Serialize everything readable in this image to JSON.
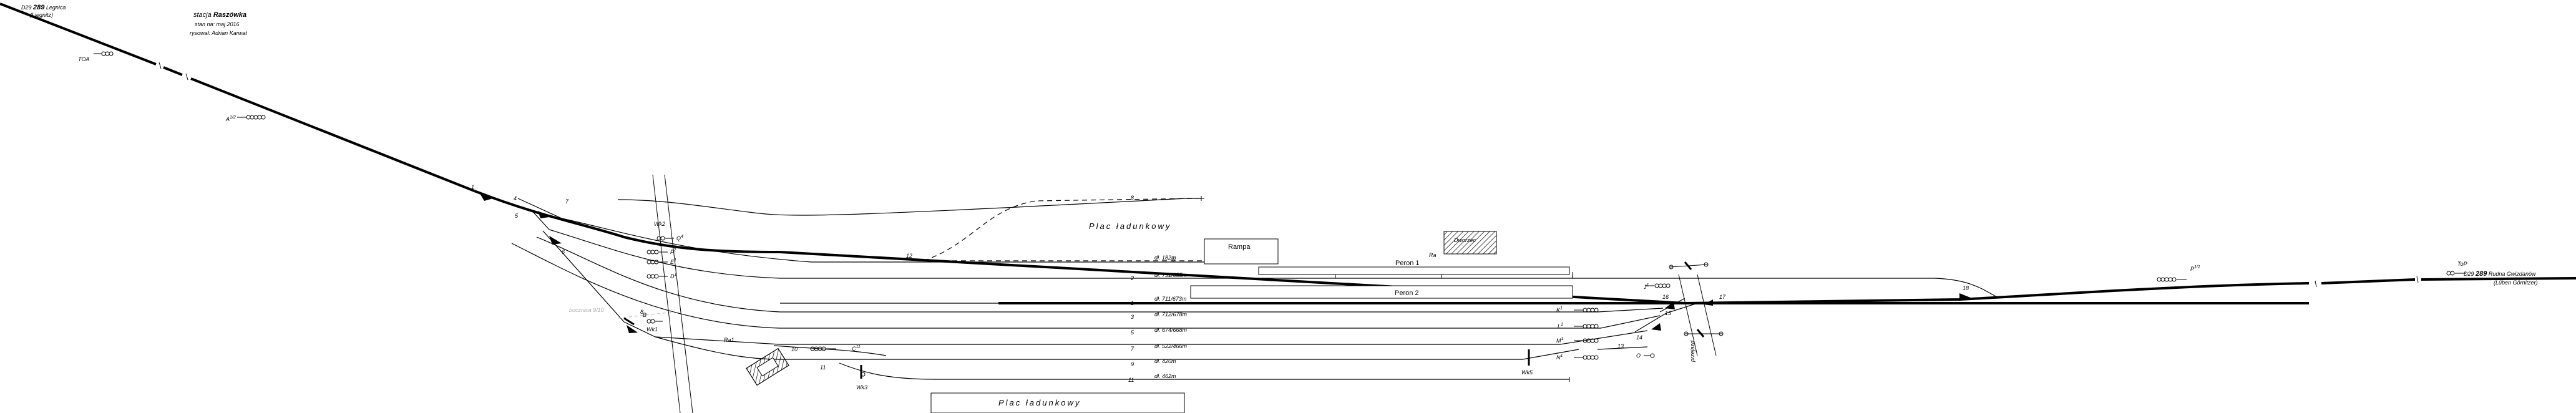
{
  "header": {
    "line1_prefix": "stacja",
    "line1_name": "Raszówka",
    "line2": "stan na: maj 2016",
    "line3": "rysował: Adrian Karwat"
  },
  "line_west": {
    "code": "D29",
    "number": "289",
    "station": "Legnica",
    "alt": "(Liegnitz)"
  },
  "line_east": {
    "code": "D29",
    "number": "289",
    "station": "Rudna Gwizdanów",
    "alt": "(Lüben Görnitzer)"
  },
  "signals": {
    "toa": "TOA",
    "a": "A",
    "a_sup": "1/2",
    "top": "ToP",
    "p": "P",
    "p_sup": "1/1",
    "q": "Q",
    "q_sup": "4",
    "f": "F",
    "f_sup": "2",
    "e": "E",
    "e_sup": "1",
    "d": "D",
    "d_sup": "1",
    "b": "B",
    "c": "C",
    "c_sup": "11",
    "j": "J",
    "j_sup": "1",
    "k": "K",
    "k_sup": "1",
    "l": "L",
    "l_sup": "1",
    "m": "M",
    "m_sup": "1",
    "n": "N",
    "n_sup": "1",
    "o": "O"
  },
  "switches": {
    "s1": "1",
    "s4": "4",
    "s5": "5",
    "s6": "6",
    "s7": "7",
    "s8": "8",
    "s10": "10",
    "s11": "11",
    "s12": "12",
    "s13": "13",
    "s14": "14",
    "s15": "15",
    "s16": "16",
    "s17": "17",
    "s18": "18"
  },
  "posts": {
    "wk1": "Wk1",
    "wk2": "Wk2",
    "wk3": "Wk3",
    "wk5": "Wk5",
    "ra1": "Ra1",
    "ra": "Ra"
  },
  "tracks": [
    {
      "no": "8",
      "length": ""
    },
    {
      "no": "6",
      "length": "dł. 182m"
    },
    {
      "no": "2",
      "length": "dł. 731/655m"
    },
    {
      "no": "1",
      "length": "dł. 711/673m"
    },
    {
      "no": "3",
      "length": "dł. 712/678m"
    },
    {
      "no": "5",
      "length": "dł. 674/668m"
    },
    {
      "no": "7",
      "length": "dł. 522/466m"
    },
    {
      "no": "9",
      "length": "dł. 420m"
    },
    {
      "no": "11",
      "length": "dł. 462m"
    }
  ],
  "structures": {
    "loading_yard_top": "Plac ładunkowy",
    "loading_yard_bottom": "Plac ładunkowy",
    "ramp": "Rampa",
    "platform1": "Peron 1",
    "platform2": "Peron 2",
    "station_building": "Dworzec",
    "crossing_label": "przejazd",
    "grey_label": "bocznica 9/10"
  },
  "colors": {
    "ink": "#000000",
    "grey": "#b0b0b0",
    "background": "#ffffff"
  }
}
